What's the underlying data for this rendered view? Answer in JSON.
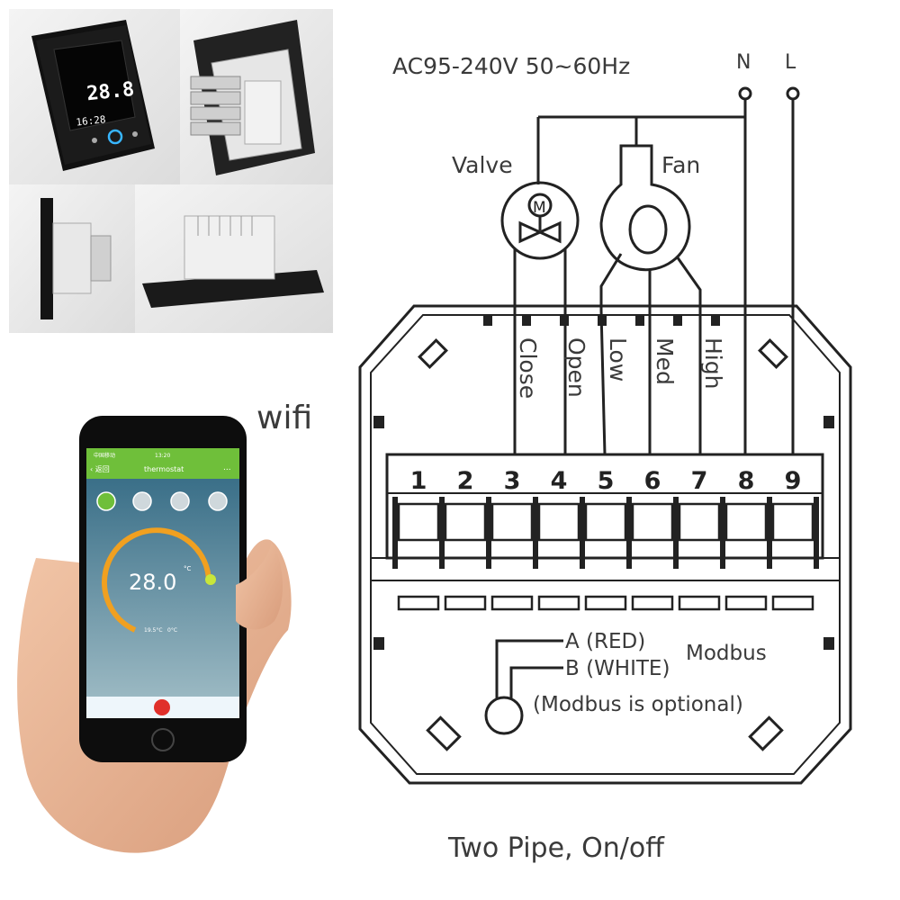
{
  "supply_label": "AC95-240V  50~60Hz",
  "neutral_label": "N",
  "line_label": "L",
  "valve_label": "Valve",
  "valve_motor_letter": "M",
  "fan_label": "Fan",
  "terminal_functions": [
    "Close",
    "Open",
    "Low",
    "Med",
    "High"
  ],
  "terminal_numbers": [
    "1",
    "2",
    "3",
    "4",
    "5",
    "6",
    "7",
    "8",
    "9"
  ],
  "modbus_a_label": "A (RED)",
  "modbus_b_label": "B (WHITE)",
  "modbus_label": "Modbus",
  "modbus_note": "(Modbus is optional)",
  "caption": "Two Pipe, On/off",
  "wifi_label": "wifi",
  "phone": {
    "status_left": "中国移动",
    "status_time": "13:20",
    "back_label": "返回",
    "title": "thermostat",
    "more_label": "...",
    "set_temperature": "28.0",
    "unit": "°C",
    "room_temperature": "19.5°C",
    "floor_temperature": "0°C"
  },
  "device_display": {
    "temperature": "28.8",
    "clock": "16:28"
  },
  "colors": {
    "app_green": "#6fbf3a",
    "dial_orange": "#f0a020",
    "dial_knob": "#c8e63a",
    "power_red": "#e0302a",
    "device_black": "#111111",
    "glow_blue": "#38b6ff"
  }
}
